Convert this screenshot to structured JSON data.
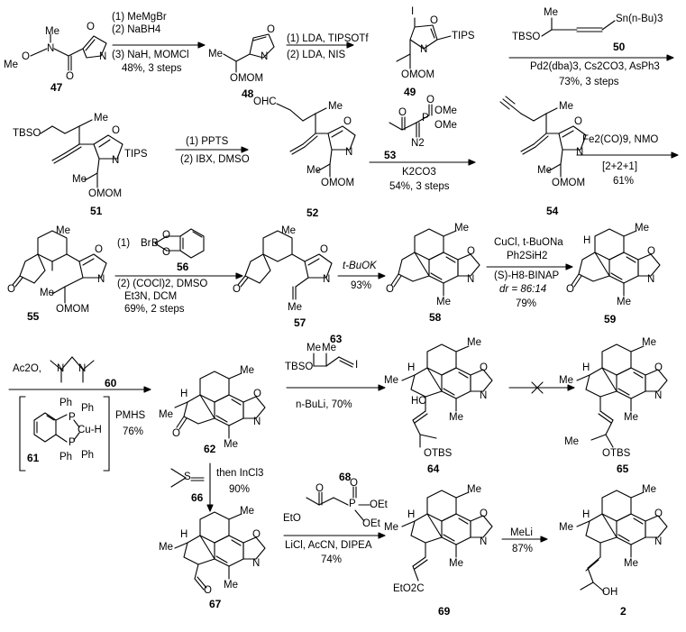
{
  "compounds": {
    "c47": {
      "id": "47",
      "atoms": [
        "Me",
        "N",
        "O",
        "Me",
        "N",
        "O",
        "O"
      ]
    },
    "c48": {
      "id": "48",
      "atoms": [
        "N",
        "O",
        "Me",
        "OMOM"
      ]
    },
    "c49": {
      "id": "49",
      "atoms": [
        "I",
        "N",
        "O",
        "TIPS",
        "OMOM"
      ]
    },
    "c50": {
      "id": "50",
      "atoms": [
        "Me",
        "TBSO",
        "Sn(n-Bu)3"
      ]
    },
    "c51": {
      "id": "51",
      "atoms": [
        "TBSO",
        "Me",
        "O",
        "N",
        "TIPS",
        "Me",
        "OMOM"
      ]
    },
    "c52": {
      "id": "52",
      "atoms": [
        "OHC",
        "Me",
        "O",
        "N",
        "Me",
        "OMOM"
      ]
    },
    "c53": {
      "id": "53",
      "atoms": [
        "O",
        "O",
        "P",
        "OMe",
        "OMe",
        "N2"
      ]
    },
    "c54": {
      "id": "54",
      "atoms": [
        "Me",
        "O",
        "N",
        "Me",
        "OMOM"
      ]
    },
    "c55": {
      "id": "55",
      "atoms": [
        "Me",
        "O",
        "O",
        "N",
        "Me",
        "OMOM"
      ]
    },
    "c56": {
      "id": "56",
      "atoms": [
        "Br",
        "B",
        "O",
        "O"
      ]
    },
    "c57": {
      "id": "57",
      "atoms": [
        "Me",
        "O",
        "O",
        "N",
        "Me"
      ]
    },
    "c58": {
      "id": "58",
      "atoms": [
        "Me",
        "O",
        "O",
        "N",
        "Me"
      ]
    },
    "c59": {
      "id": "59",
      "atoms": [
        "H",
        "Me",
        "O",
        "O",
        "N",
        "Me"
      ]
    },
    "c60": {
      "id": "60",
      "atoms": [
        "N",
        "N"
      ]
    },
    "c61": {
      "id": "61",
      "atoms": [
        "Ph",
        "Ph",
        "P",
        "Cu-H",
        "P",
        "Ph",
        "Ph"
      ]
    },
    "c62": {
      "id": "62",
      "atoms": [
        "H",
        "Me",
        "Me",
        "O",
        "O",
        "N",
        "Me"
      ]
    },
    "c63": {
      "id": "63",
      "atoms": [
        "Me",
        "Me",
        "TBSO",
        "I"
      ]
    },
    "c64": {
      "id": "64",
      "atoms": [
        "H",
        "Me",
        "HO",
        "Me",
        "O",
        "N",
        "Me",
        "OTBS"
      ]
    },
    "c65": {
      "id": "65",
      "atoms": [
        "H",
        "Me",
        "Me",
        "O",
        "N",
        "Me",
        "Me",
        "OTBS"
      ]
    },
    "c66": {
      "id": "66",
      "atoms": [
        "S"
      ]
    },
    "c67": {
      "id": "67",
      "atoms": [
        "H",
        "Me",
        "Me",
        "O",
        "O",
        "N",
        "Me"
      ]
    },
    "c68": {
      "id": "68",
      "atoms": [
        "O",
        "O",
        "P",
        "EtO",
        "OEt",
        "OEt"
      ]
    },
    "c69": {
      "id": "69",
      "atoms": [
        "H",
        "Me",
        "Me",
        "O",
        "N",
        "Me",
        "EtO2C"
      ]
    },
    "c2": {
      "id": "2",
      "atoms": [
        "H",
        "Me",
        "Me",
        "O",
        "N",
        "Me",
        "OH"
      ]
    }
  },
  "steps": {
    "s1": {
      "conditions": [
        "(1) MeMgBr",
        "(2) NaBH4",
        "(3) NaH, MOMCl"
      ],
      "yield": "48%, 3 steps"
    },
    "s2": {
      "conditions": [
        "(1) LDA, TIPSOTf",
        "(2) LDA, NIS"
      ]
    },
    "s3": {
      "conditions": [
        "Pd2(dba)3, Cs2CO3, AsPh3"
      ],
      "yield": "73%, 3 steps"
    },
    "s4": {
      "conditions": [
        "(1) PPTS",
        "(2) IBX, DMSO"
      ]
    },
    "s5": {
      "conditions": [
        "K2CO3"
      ],
      "yield": "54%, 3 steps"
    },
    "s6": {
      "conditions": [
        "Fe2(CO)9, NMO",
        "[2+2+1]"
      ],
      "yield": "61%"
    },
    "s7": {
      "conditions": [
        "(1)",
        "(2) (COCl)2, DMSO",
        "Et3N, DCM"
      ],
      "yield": "69%, 2 steps"
    },
    "s8": {
      "conditions": [
        "t-BuOK"
      ],
      "yield": "93%"
    },
    "s9": {
      "conditions": [
        "CuCl, t-BuONa",
        "Ph2SiH2",
        "(S)-H8-BINAP",
        "dr = 86:14"
      ],
      "yield": "79%"
    },
    "s10": {
      "conditions": [
        "Ac2O,",
        "PMHS"
      ],
      "yield": "76%"
    },
    "s11": {
      "conditions": [
        "n-BuLi, 70%"
      ]
    },
    "s12": {
      "conditions": [
        "then InCl3"
      ],
      "yield": "90%"
    },
    "s13": {
      "conditions": [
        "LiCl, AcCN, DIPEA"
      ],
      "yield": "74%"
    },
    "s14": {
      "conditions": [
        "MeLi"
      ],
      "yield": "87%"
    }
  }
}
